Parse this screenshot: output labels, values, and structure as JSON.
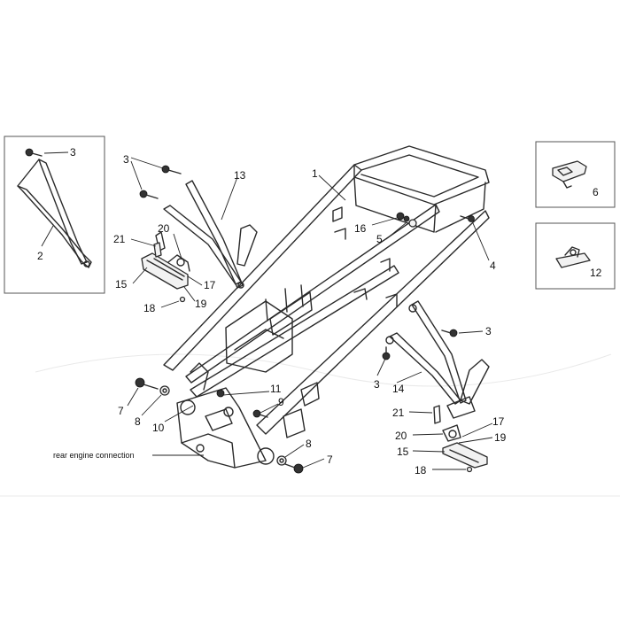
{
  "callouts": {
    "c1": "1",
    "c2": "2",
    "c3a": "3",
    "c3b": "3",
    "c3c": "3",
    "c3d": "3",
    "c4": "4",
    "c5": "5",
    "c6": "6",
    "c7a": "7",
    "c7b": "7",
    "c8a": "8",
    "c8b": "8",
    "c9": "9",
    "c10": "10",
    "c11": "11",
    "c12": "12",
    "c13": "13",
    "c14": "14",
    "c15a": "15",
    "c15b": "15",
    "c16": "16",
    "c17a": "17",
    "c17b": "17",
    "c18a": "18",
    "c18b": "18",
    "c19a": "19",
    "c19b": "19",
    "c20a": "20",
    "c20b": "20",
    "c21a": "21",
    "c21b": "21"
  },
  "note": "rear engine connection",
  "colors": {
    "line": "#2a2a2a",
    "fill": "#f2f2f2",
    "inset_border": "#555555"
  }
}
